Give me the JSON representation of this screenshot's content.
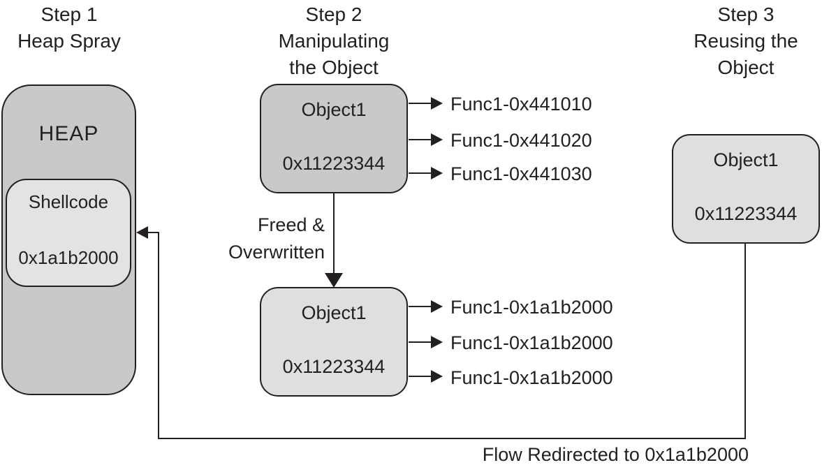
{
  "steps": [
    {
      "lines": [
        "Step 1",
        "Heap Spray"
      ]
    },
    {
      "lines": [
        "Step 2",
        "Manipulating",
        "the Object"
      ]
    },
    {
      "lines": [
        "Step 3",
        "Reusing the",
        "Object"
      ]
    }
  ],
  "heap": {
    "label": "HEAP"
  },
  "shellcode": {
    "name": "Shellcode",
    "address": "0x1a1b2000"
  },
  "object_before": {
    "name": "Object1",
    "address": "0x11223344",
    "funcs": [
      "Func1-0x441010",
      "Func1-0x441020",
      "Func1-0x441030"
    ]
  },
  "transition": {
    "lines": [
      "Freed &",
      "Overwritten"
    ]
  },
  "object_after": {
    "name": "Object1",
    "address": "0x11223344",
    "funcs": [
      "Func1-0x1a1b2000",
      "Func1-0x1a1b2000",
      "Func1-0x1a1b2000"
    ]
  },
  "object_reused": {
    "name": "Object1",
    "address": "0x11223344"
  },
  "flow": {
    "label": "Flow Redirected to 0x1a1b2000"
  },
  "colors": {
    "box_dark": "#c8c9ca",
    "box_light": "#dedfe0",
    "box_lighter": "#e2e3e4",
    "ink": "#231f20",
    "background": "#ffffff"
  }
}
